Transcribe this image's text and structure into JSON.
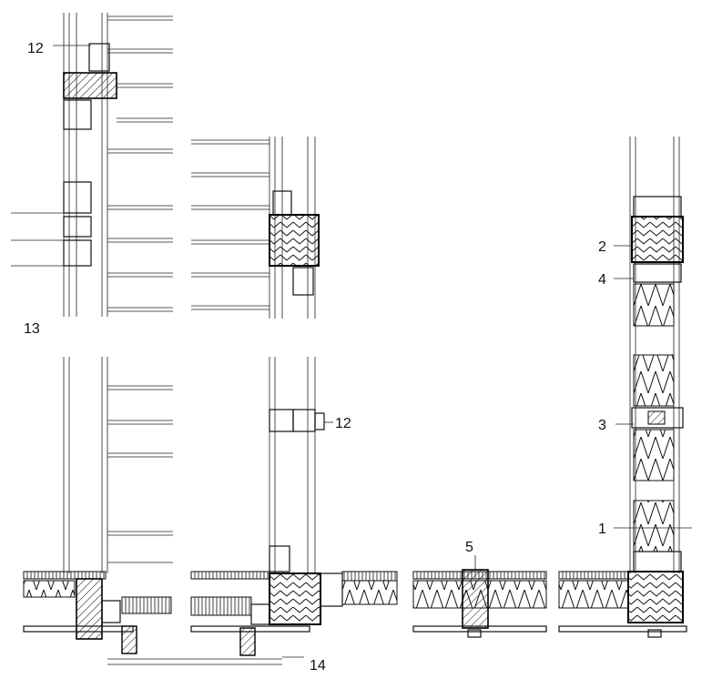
{
  "callouts": [
    {
      "id": "c12a",
      "text": "12"
    },
    {
      "id": "c13",
      "text": "13"
    },
    {
      "id": "c12b",
      "text": "12"
    },
    {
      "id": "c14",
      "text": "14"
    },
    {
      "id": "c5",
      "text": "5"
    },
    {
      "id": "c2",
      "text": "2"
    },
    {
      "id": "c4",
      "text": "4"
    },
    {
      "id": "c3",
      "text": "3"
    },
    {
      "id": "c1",
      "text": "1"
    }
  ],
  "colors": {
    "ink": "#111111",
    "paper": "#ffffff"
  }
}
